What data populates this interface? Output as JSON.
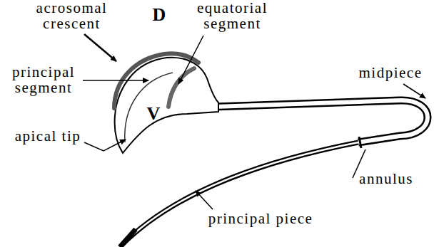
{
  "diagram": {
    "labels": [
      "acrosomal crescent",
      "D",
      "equatorial segment",
      "principal segment",
      "midpiece",
      "V",
      "apical tip",
      "annulus",
      "principal piece"
    ]
  }
}
